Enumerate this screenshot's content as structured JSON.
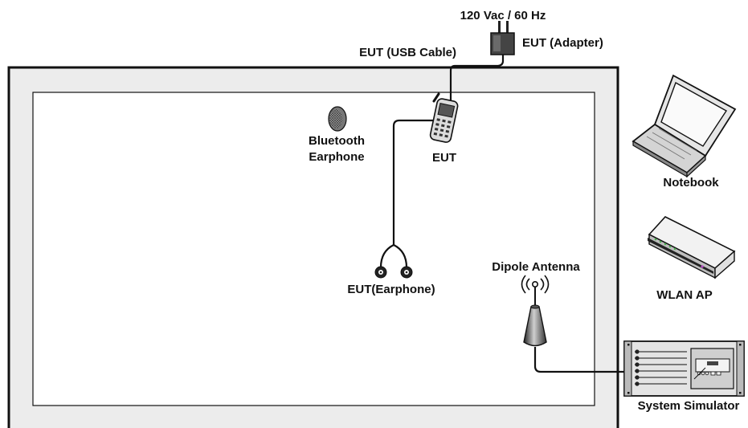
{
  "labels": {
    "power": "120 Vac / 60 Hz",
    "adapter": "EUT (Adapter)",
    "usb_cable": "EUT (USB Cable)",
    "bt_line1": "Bluetooth",
    "bt_line2": "Earphone",
    "eut": "EUT",
    "earphone": "EUT(Earphone)",
    "dipole": "Dipole Antenna",
    "notebook": "Notebook",
    "wlan": "WLAN AP",
    "simulator": "System Simulator"
  }
}
